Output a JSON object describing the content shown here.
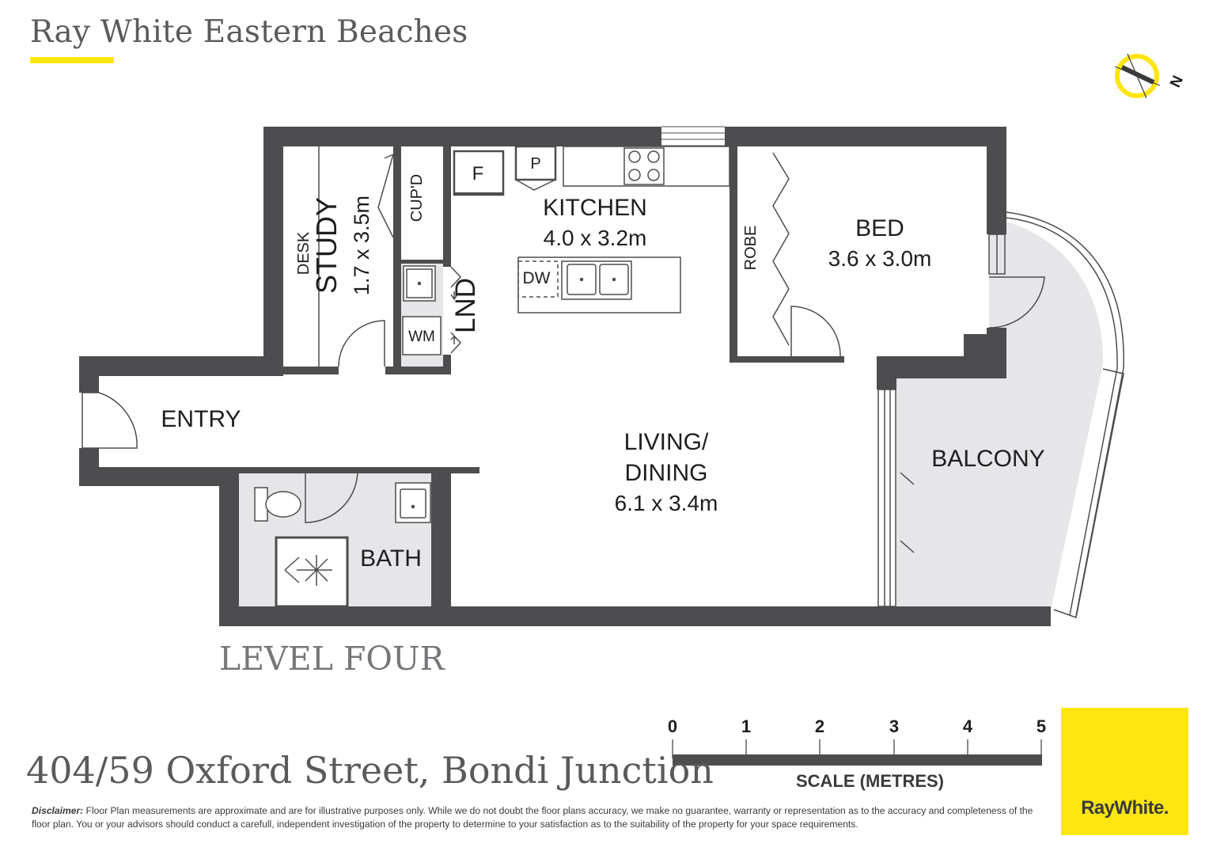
{
  "agency": {
    "name": "Ray White Eastern Beaches",
    "accent_color": "#ffe512"
  },
  "compass": {
    "label": "N",
    "icon": "north-arrow-icon"
  },
  "rooms": {
    "kitchen": {
      "name": "KITCHEN",
      "size": "4.0 x 3.2m"
    },
    "study": {
      "name": "STUDY",
      "size": "1.7 x 3.5m"
    },
    "desk": "DESK",
    "cupboard": "CUP'D",
    "fridge": "F",
    "pantry": "P",
    "dishwasher": "DW",
    "washing_machine": "WM",
    "laundry": "LND",
    "robe": "ROBE",
    "bed": {
      "name": "BED",
      "size": "3.6 x 3.0m"
    },
    "entry": "ENTRY",
    "living": {
      "line1": "LIVING/",
      "line2": "DINING",
      "size": "6.1 x 3.4m"
    },
    "balcony": "BALCONY",
    "bath": "BATH"
  },
  "level": "LEVEL FOUR",
  "address": "404/59 Oxford Street, Bondi Junction",
  "scale": {
    "ticks": [
      "0",
      "1",
      "2",
      "3",
      "4",
      "5"
    ],
    "label": "SCALE (METRES)"
  },
  "disclaimer": {
    "heading": "Disclaimer:",
    "text": " Floor Plan measurements are approximate and are for illustrative purposes only. While we do not doubt the  floor  plans  accuracy,  we make no guarantee, warranty or representation as to the accuracy and completeness of the floor plan.  You  or  your  advisors  should  conduct a carefull, independent investigation of the property to determine to your satisfaction as to the suitability of the property for your space requirements."
  },
  "logo": {
    "text": "RayWhite."
  },
  "colors": {
    "wall": "#4d4d4f",
    "wet_area": "#e6e6e8",
    "text": "#3a3a3c"
  }
}
